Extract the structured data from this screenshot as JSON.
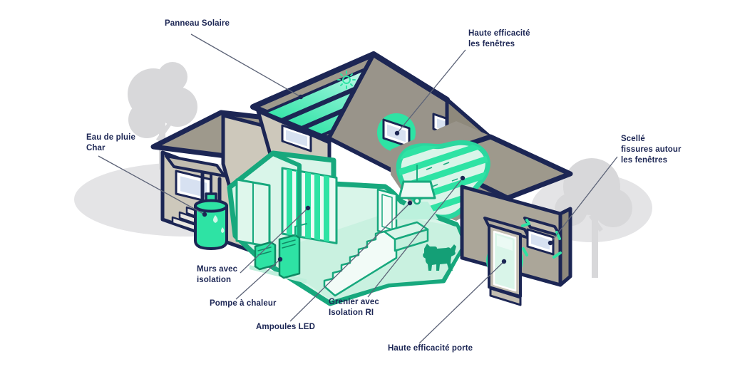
{
  "diagram": {
    "language": "fr",
    "subject": "maison-efficacite-energetique",
    "callouts": [
      {
        "id": "panneau-solaire",
        "lines": [
          "Panneau Solaire"
        ]
      },
      {
        "id": "haute-efficacite-fenetres",
        "lines": [
          "Haute efficacité",
          "les fenêtres"
        ]
      },
      {
        "id": "eau-de-pluie",
        "lines": [
          "Eau de pluie",
          "Char"
        ]
      },
      {
        "id": "scelle-fissures",
        "lines": [
          "Scellé",
          "fissures autour",
          "les fenêtres"
        ]
      },
      {
        "id": "murs-avec-isolation",
        "lines": [
          "Murs avec",
          "isolation"
        ]
      },
      {
        "id": "pompe-a-chaleur",
        "lines": [
          "Pompe à chaleur"
        ]
      },
      {
        "id": "ampoules-led",
        "lines": [
          "Ampoules LED"
        ]
      },
      {
        "id": "grenier-isolation",
        "lines": [
          "Grenier avec",
          "Isolation RI"
        ]
      },
      {
        "id": "haute-efficacite-porte",
        "lines": [
          "Haute efficacité porte"
        ]
      }
    ],
    "icons": [
      "sun-icon",
      "water-droplet-icon",
      "pendant-lamp-icon",
      "dog-icon",
      "tree-icon"
    ],
    "colors": {
      "outline_navy": "#1c2654",
      "accent_green": "#2ee3a4",
      "interior_teal": "#17a87d",
      "interior_fill": "#d9f5e9",
      "wall_beige": "#cdc8bb",
      "roof_taupe": "#9e998c",
      "glass_blue": "#d7e1f1",
      "background_gray": "#d8d8da"
    }
  }
}
